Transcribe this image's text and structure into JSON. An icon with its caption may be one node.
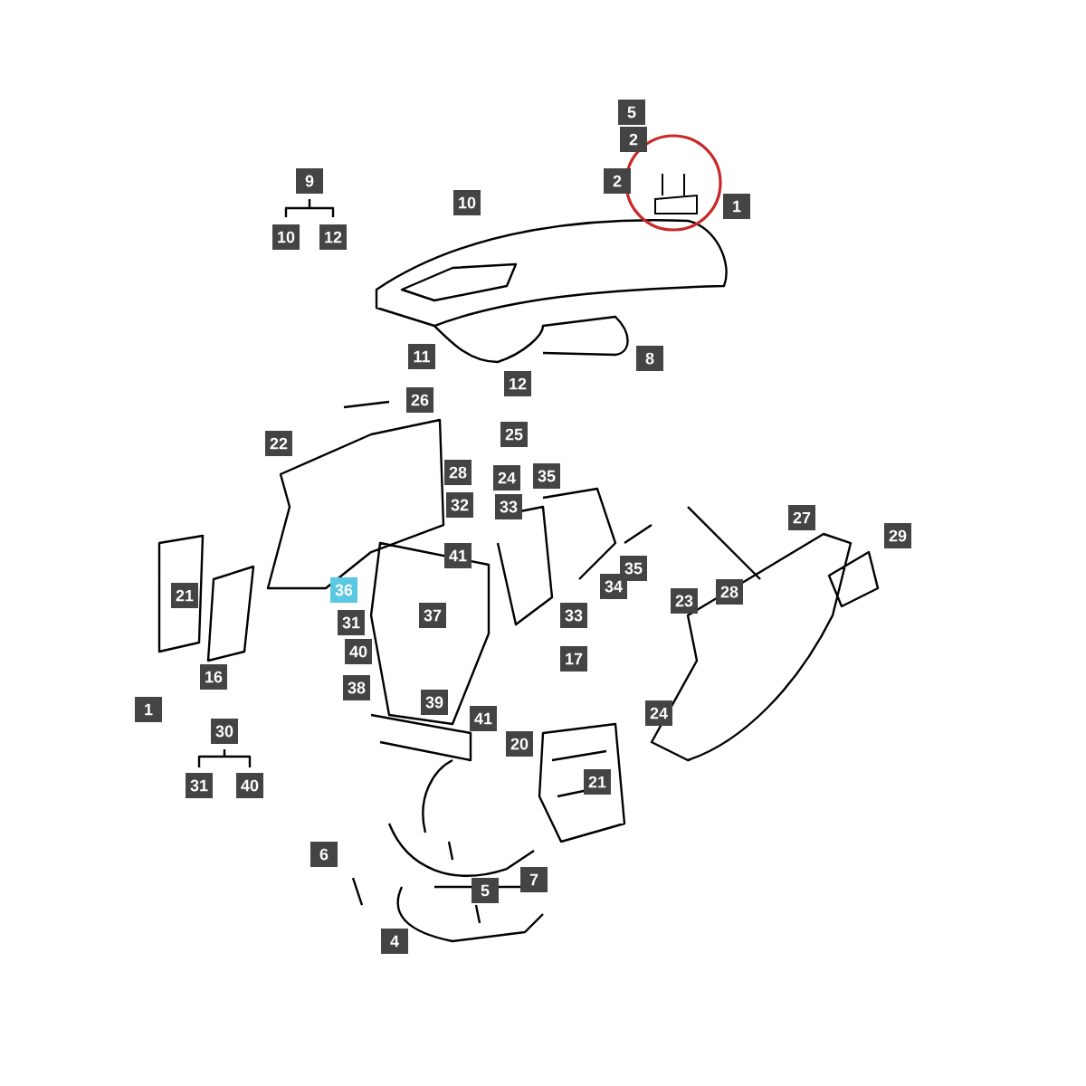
{
  "diagram": {
    "labels": [
      "5",
      "2",
      "2",
      "1",
      "9",
      "10",
      "12",
      "10",
      "11",
      "12",
      "8",
      "26",
      "22",
      "25",
      "28",
      "24",
      "35",
      "32",
      "33",
      "27",
      "29",
      "41",
      "35",
      "21",
      "36",
      "34",
      "23",
      "28",
      "31",
      "37",
      "33",
      "40",
      "17",
      "16",
      "38",
      "39",
      "1",
      "41",
      "24",
      "30",
      "20",
      "31",
      "40",
      "21",
      "6",
      "7",
      "5",
      "4"
    ]
  }
}
